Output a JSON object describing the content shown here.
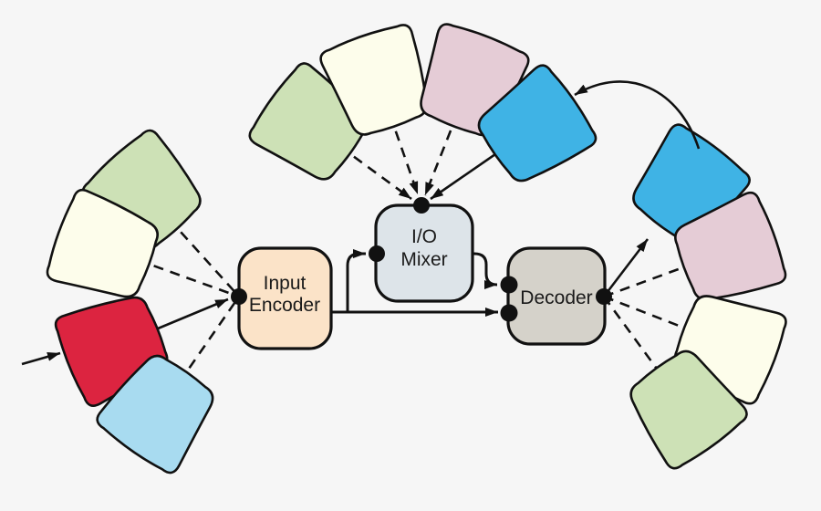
{
  "diagram": {
    "background": "#f6f6f6",
    "outline": "#111111",
    "nodes": {
      "input_encoder": {
        "line1": "Input",
        "line2": "Encoder",
        "fill": "#fbe3c8"
      },
      "io_mixer": {
        "line1": "I/O",
        "line2": "Mixer",
        "fill": "#dde4e9"
      },
      "decoder": {
        "label": "Decoder",
        "fill": "#d5d2ca"
      }
    },
    "palette": {
      "green": "#cde1b6",
      "cream": "#fdfdeb",
      "pink": "#e5ccd6",
      "blue": "#3fb3e5",
      "red": "#dc2440",
      "light_blue": "#a8dbf0"
    },
    "fans": {
      "left_input_shapes": [
        "green",
        "cream",
        "red",
        "light_blue"
      ],
      "top_mixer_shapes": [
        "green",
        "cream",
        "pink",
        "blue"
      ],
      "right_output_shapes": [
        "blue",
        "pink",
        "cream",
        "green"
      ]
    },
    "connections": {
      "external_input": "arrow into red input shape",
      "red_to_encoder": "solid arrow",
      "left_fan_to_encoder": "dashed lines",
      "encoder_to_mixer": "solid arrow",
      "encoder_to_decoder": "solid arrow",
      "mixer_to_decoder": "solid arrow",
      "top_fan_to_mixer": "dashed arrows + solid arrow from blue",
      "decoder_to_blue_output": "solid arrow",
      "decoder_to_right_fan": "dashed lines",
      "blue_output_feedback_to_top_blue": "curved arrow"
    }
  }
}
